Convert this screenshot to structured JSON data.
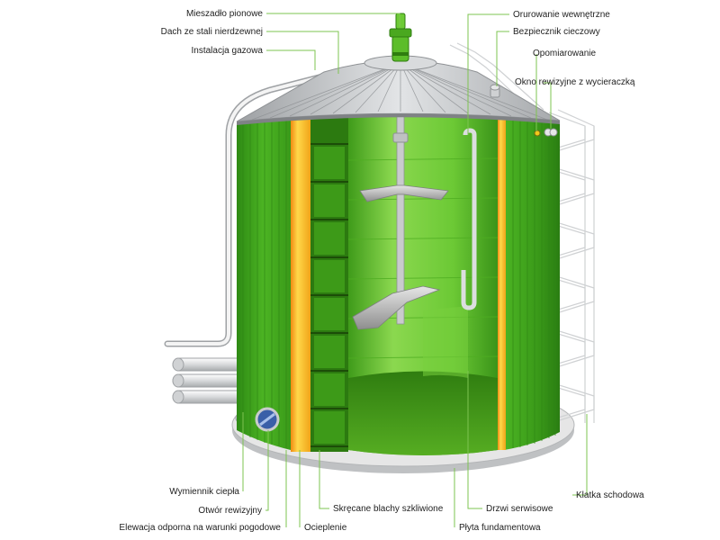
{
  "labels": {
    "mixer": "Mieszadło pionowe",
    "roof": "Dach ze stali nierdzewnej",
    "gas": "Instalacja gazowa",
    "internal_piping": "Orurowanie wewnętrzne",
    "pressure_relief": "Bezpiecznik cieczowy",
    "metering": "Opomiarowanie",
    "window": "Okno rewizyjne z wycieraczką",
    "heat_exchanger": "Wymiennik ciepła",
    "inspection_hole": "Otwór rewizyjny",
    "facade": "Elewacja odporna na warunki pogodowe",
    "insulation": "Ocieplenie",
    "bolted_sheets": "Skręcane blachy szkliwione",
    "service_door": "Drzwi  serwisowe",
    "foundation": "Płyta fundamentowa",
    "stairs": "Klatka schodowa"
  },
  "colors": {
    "outer_green": "#3fa41e",
    "inner_green": "#5fc02a",
    "insulation": "#f5c51a",
    "insulation_edge": "#f08a12",
    "roof": "#b9bcbf",
    "base": "#d8d8d8",
    "leader": "#7ec451"
  }
}
